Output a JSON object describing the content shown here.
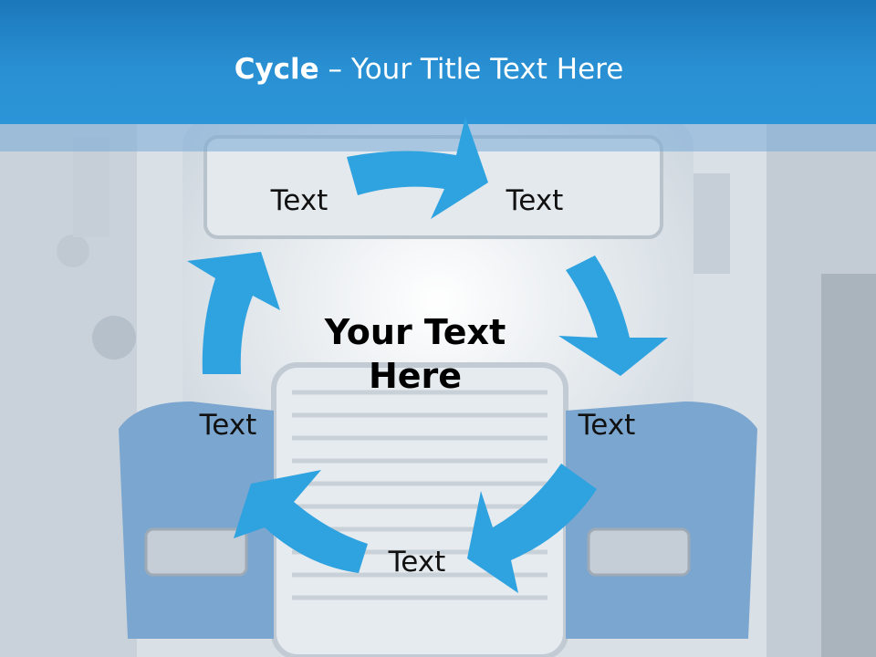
{
  "title": {
    "bold": "Cycle",
    "rest": " – Your Title Text Here"
  },
  "cycle": {
    "center_text_line1": "Your Text",
    "center_text_line2": "Here",
    "nodes": [
      {
        "label": "Text"
      },
      {
        "label": "Text"
      },
      {
        "label": "Text"
      },
      {
        "label": "Text"
      },
      {
        "label": "Text"
      }
    ]
  },
  "colors": {
    "arrow": "#2fa2e0",
    "header": "#2990d3",
    "title_text": "#ffffff",
    "label_text": "#111111"
  }
}
